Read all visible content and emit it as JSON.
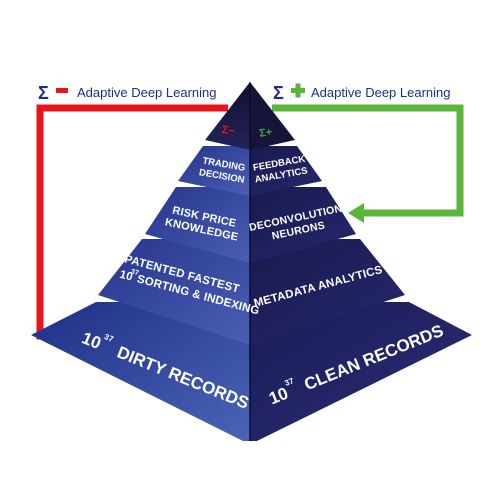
{
  "header": {
    "left": {
      "symbol": "Σ",
      "sign": "−",
      "label": "Adaptive Deep Learning",
      "color": "#e8141b",
      "symbol_color": "#1f2d8a"
    },
    "right": {
      "symbol": "Σ",
      "sign": "+",
      "label": "Adaptive Deep Learning",
      "color": "#5ab63b",
      "symbol_color": "#1f2d8a"
    }
  },
  "apex": {
    "left_mark": "Σ−",
    "right_mark": "Σ+",
    "left_color": "#e8141b",
    "right_color": "#3fa83a"
  },
  "tiers": [
    {
      "left": [
        "TRADING",
        "DECISION"
      ],
      "right": [
        "FEEDBACK",
        "ANALYTICS"
      ]
    },
    {
      "left": [
        "RISK PRICE",
        "KNOWLEDGE"
      ],
      "right": [
        "DECONVOLUTION",
        "NEURONS"
      ]
    },
    {
      "left": [
        "PATENTED FASTEST",
        "10",
        "37",
        "SORTING & INDEXING"
      ],
      "right": [
        "METADATA ANALYTICS"
      ]
    },
    {
      "left": [
        "10",
        "37",
        "DIRTY RECORDS"
      ],
      "right": [
        "10",
        "37",
        "CLEAN RECORDS"
      ]
    }
  ],
  "colors": {
    "left_face": "#2b3f9e",
    "right_face": "#1d1e5c",
    "apex_face": "#1a1a3a",
    "red_arrow": "#e8141b",
    "green_arrow": "#5ab63b"
  }
}
